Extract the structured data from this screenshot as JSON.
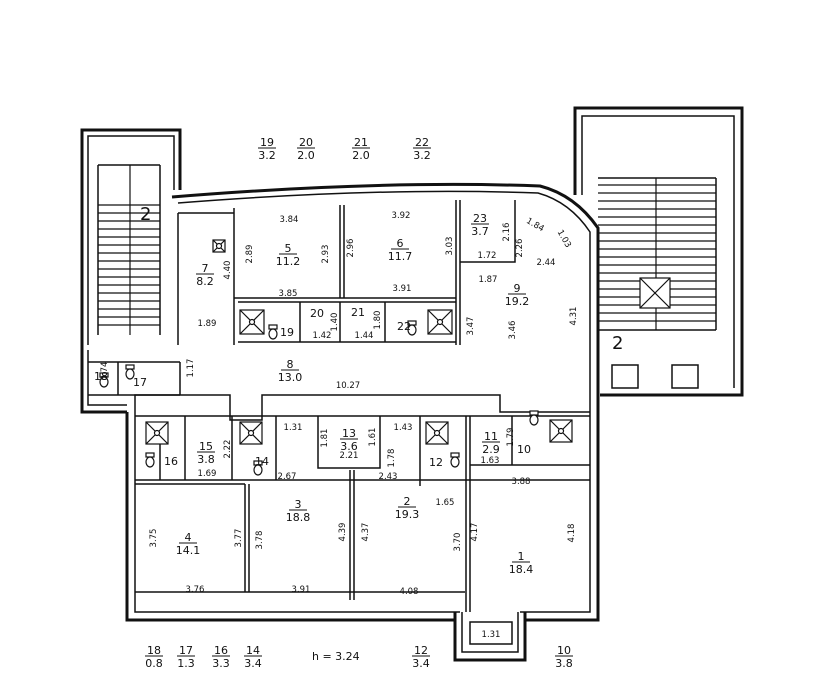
{
  "stairs": {
    "left_label": "2",
    "right_label": "2"
  },
  "height_label": "h = 3.24",
  "top_legend": [
    {
      "num": "19",
      "area": "3.2"
    },
    {
      "num": "20",
      "area": "2.0"
    },
    {
      "num": "21",
      "area": "2.0"
    },
    {
      "num": "22",
      "area": "3.2"
    }
  ],
  "bottom_legend": [
    {
      "num": "18",
      "area": "0.8"
    },
    {
      "num": "17",
      "area": "1.3"
    },
    {
      "num": "16",
      "area": "3.3"
    },
    {
      "num": "14",
      "area": "3.4"
    },
    {
      "num": "12",
      "area": "3.4"
    },
    {
      "num": "10",
      "area": "3.8"
    }
  ],
  "rooms": [
    {
      "id": "r5",
      "num": "5",
      "area": "11.2"
    },
    {
      "id": "r6",
      "num": "6",
      "area": "11.7"
    },
    {
      "id": "r7",
      "num": "7",
      "area": "8.2"
    },
    {
      "id": "r8",
      "num": "8",
      "area": "13.0"
    },
    {
      "id": "r9",
      "num": "9",
      "area": "19.2"
    },
    {
      "id": "r23",
      "num": "23",
      "area": "3.7"
    },
    {
      "id": "r13",
      "num": "13",
      "area": "3.6"
    },
    {
      "id": "r15",
      "num": "15",
      "area": "3.8"
    },
    {
      "id": "r11",
      "num": "11",
      "area": "2.9"
    },
    {
      "id": "r3",
      "num": "3",
      "area": "18.8"
    },
    {
      "id": "r2",
      "num": "2",
      "area": "19.3"
    },
    {
      "id": "r4",
      "num": "4",
      "area": "14.1"
    },
    {
      "id": "r1",
      "num": "1",
      "area": "18.4"
    }
  ],
  "small_rooms": [
    "19",
    "20",
    "21",
    "22",
    "18",
    "17",
    "16",
    "14",
    "12",
    "10"
  ],
  "dims": [
    "3.84",
    "3.92",
    "2.89",
    "2.93",
    "2.96",
    "3.03",
    "3.85",
    "3.91",
    "4.40",
    "1.89",
    "1.40",
    "1.42",
    "1.80",
    "1.44",
    "3.47",
    "3.46",
    "4.31",
    "1.84",
    "1.03",
    "2.16",
    "2.26",
    "2.44",
    "1.72",
    "1.87",
    "1.17",
    "0.74",
    "10.27",
    "1.31",
    "1.81",
    "1.61",
    "1.43",
    "2.21",
    "1.78",
    "1.79",
    "1.63",
    "2.22",
    "1.69",
    "2.67",
    "2.43",
    "1.65",
    "3.88",
    "3.75",
    "3.77",
    "3.78",
    "4.39",
    "4.37",
    "3.70",
    "4.17",
    "4.18",
    "3.76",
    "3.91",
    "4.08",
    "1.31"
  ]
}
